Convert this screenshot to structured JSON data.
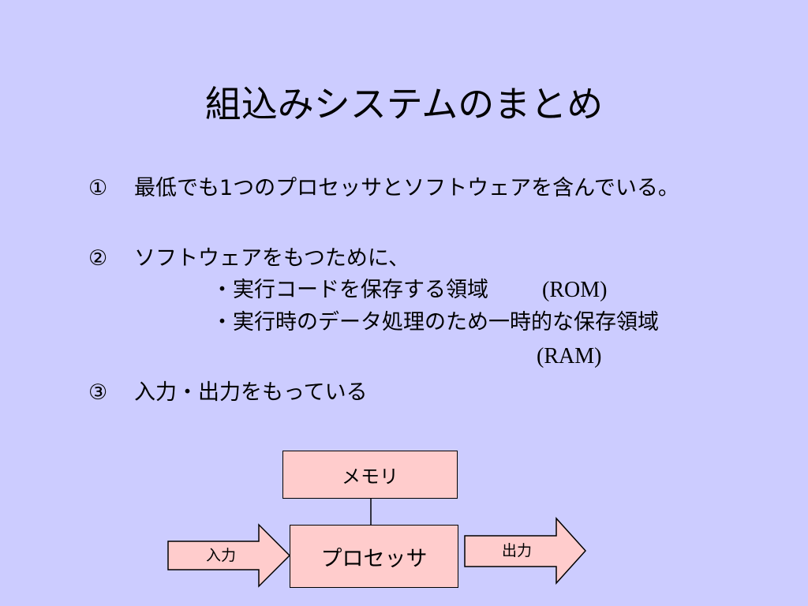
{
  "slide": {
    "title": "組込みシステムのまとめ",
    "background_color": "#ccccff",
    "items": [
      {
        "number": "①",
        "text": "最低でも1つのプロセッサとソフトウェアを含んでいる。"
      },
      {
        "number": "②",
        "text": "ソフトウェアをもつために、",
        "sub_items": [
          {
            "text": "・実行コードを保存する領域",
            "tag": "(ROM)"
          },
          {
            "text": "・実行時のデータ処理のため一時的な保存領域",
            "tag": "(RAM)"
          }
        ]
      },
      {
        "number": "③",
        "text": "入力・出力をもっている"
      }
    ]
  },
  "diagram": {
    "box_color": "#ffcccc",
    "memory_label": "メモリ",
    "processor_label": "プロセッサ",
    "input_label": "入力",
    "output_label": "出力"
  }
}
